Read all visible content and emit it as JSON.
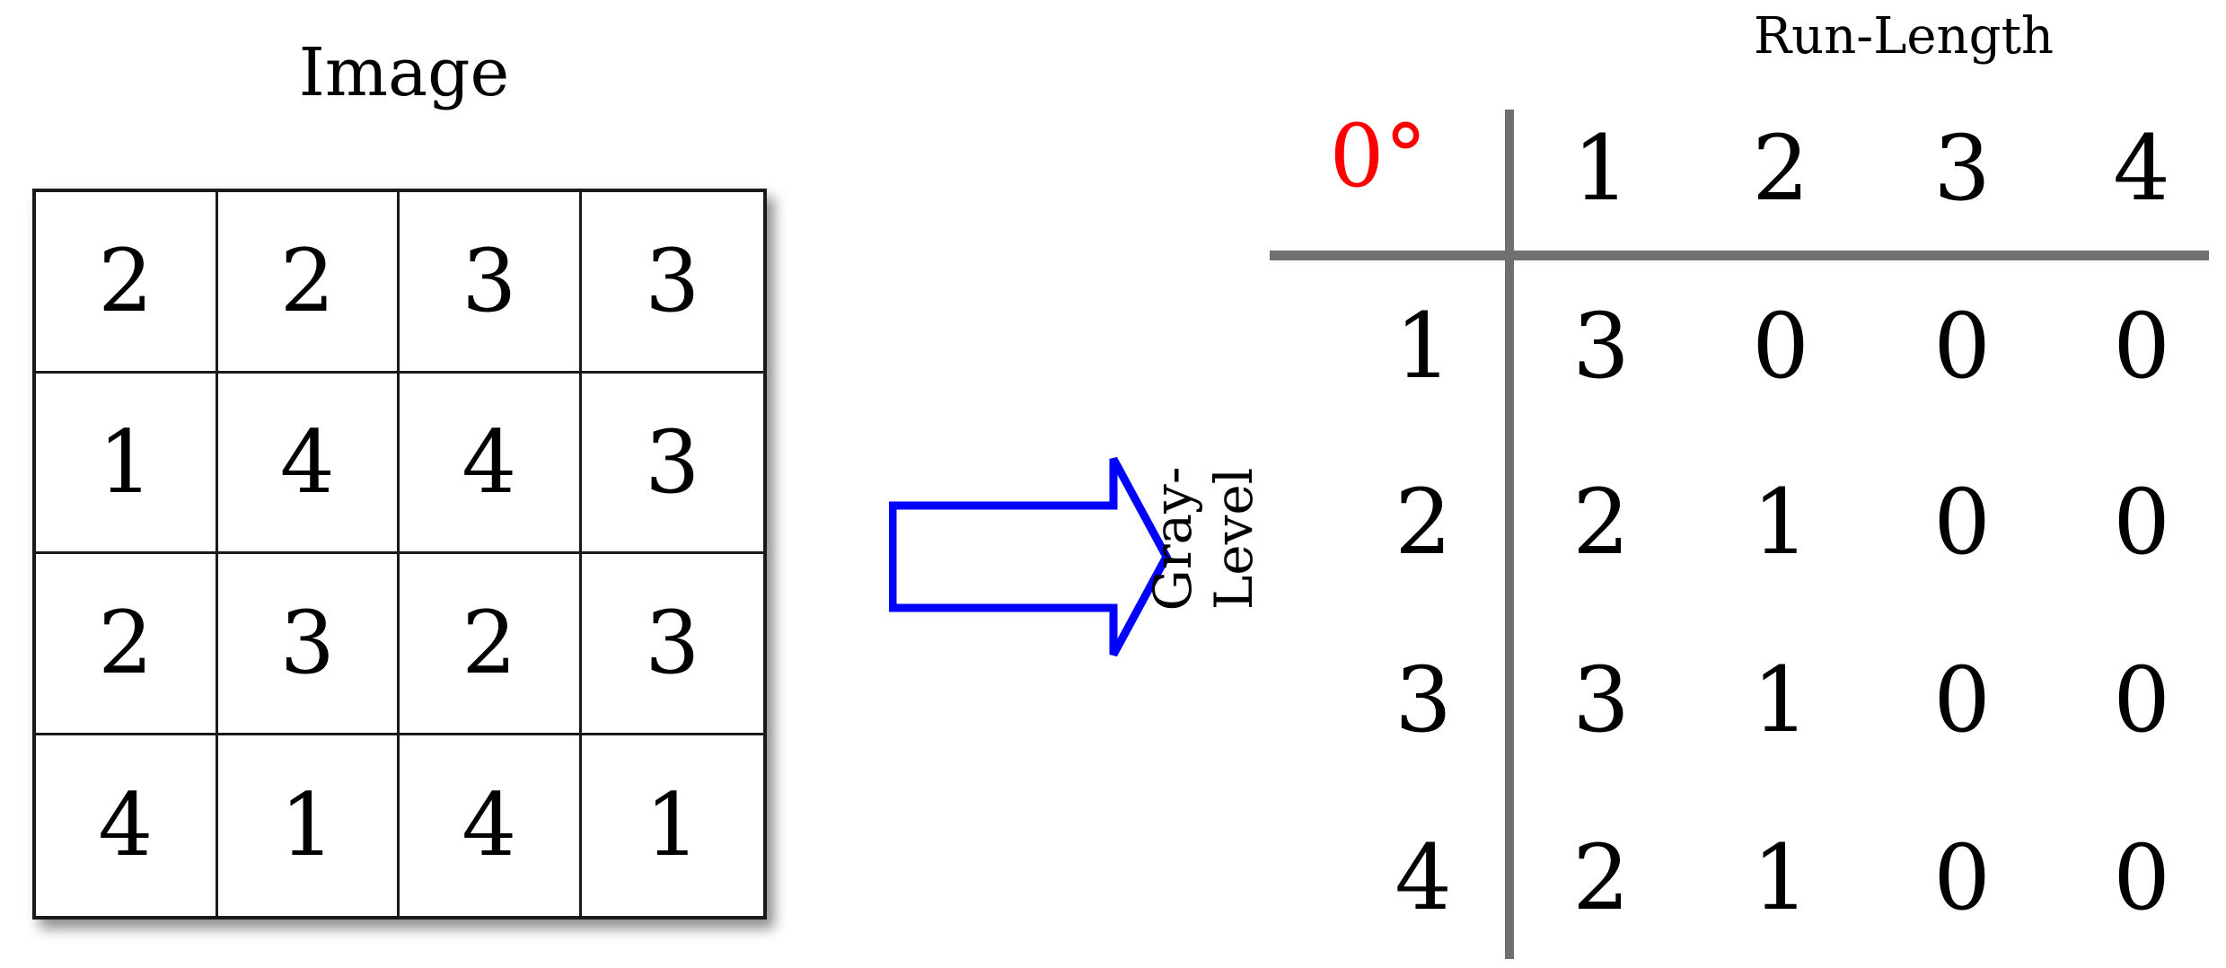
{
  "image_panel": {
    "title": "Image",
    "grid": [
      [
        "2",
        "2",
        "3",
        "3"
      ],
      [
        "1",
        "4",
        "4",
        "3"
      ],
      [
        "2",
        "3",
        "2",
        "3"
      ],
      [
        "4",
        "1",
        "4",
        "1"
      ]
    ]
  },
  "arrow": {
    "color": "#0000ff"
  },
  "rlm_panel": {
    "top_label": "Run-Length",
    "side_label": "Gray-Level",
    "angle": "0°",
    "angle_color": "#ff0000",
    "run_lengths": [
      "1",
      "2",
      "3",
      "4"
    ],
    "gray_levels": [
      "1",
      "2",
      "3",
      "4"
    ],
    "matrix": [
      [
        "3",
        "0",
        "0",
        "0"
      ],
      [
        "2",
        "1",
        "0",
        "0"
      ],
      [
        "3",
        "1",
        "0",
        "0"
      ],
      [
        "2",
        "1",
        "0",
        "0"
      ]
    ]
  }
}
